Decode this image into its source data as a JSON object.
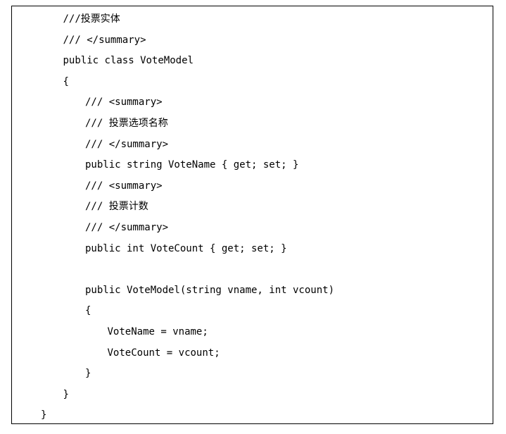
{
  "code_lines": [
    {
      "text": "///投票实体",
      "indent": 1
    },
    {
      "text": "/// </summary>",
      "indent": 1
    },
    {
      "text": "public class VoteModel",
      "indent": 1
    },
    {
      "text": "{",
      "indent": 1
    },
    {
      "text": "/// <summary>",
      "indent": 2
    },
    {
      "text": "/// 投票选项名称",
      "indent": 2
    },
    {
      "text": "/// </summary>",
      "indent": 2
    },
    {
      "text": "public string VoteName { get; set; }",
      "indent": 2
    },
    {
      "text": "/// <summary>",
      "indent": 2
    },
    {
      "text": "/// 投票计数",
      "indent": 2
    },
    {
      "text": "/// </summary>",
      "indent": 2
    },
    {
      "text": "public int VoteCount { get; set; }",
      "indent": 2
    },
    {
      "text": "",
      "indent": 2
    },
    {
      "text": "public VoteModel(string vname, int vcount)",
      "indent": 2
    },
    {
      "text": "{",
      "indent": 2
    },
    {
      "text": "VoteName = vname;",
      "indent": 3
    },
    {
      "text": "VoteCount = vcount;",
      "indent": 3
    },
    {
      "text": "}",
      "indent": 2
    },
    {
      "text": "}",
      "indent": 1
    },
    {
      "text": "}",
      "indent": 0
    }
  ]
}
